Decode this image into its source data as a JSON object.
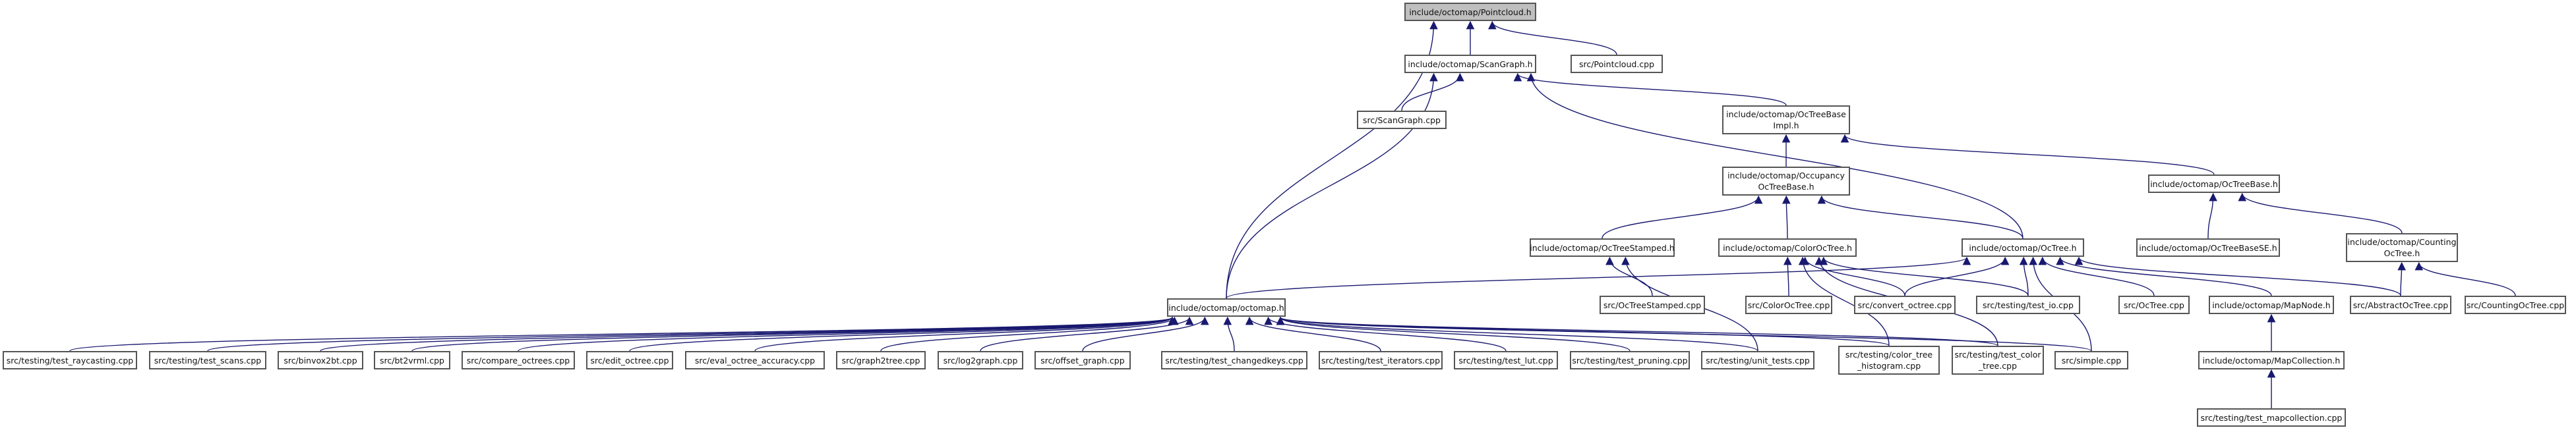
{
  "graph": {
    "nodes": [
      {
        "id": "pointcloud_h",
        "label": "include/octomap/Pointcloud.h",
        "highlight": true
      },
      {
        "id": "scangraph_h",
        "label": "include/octomap/ScanGraph.h"
      },
      {
        "id": "pointcloud_cpp",
        "label": "src/Pointcloud.cpp"
      },
      {
        "id": "scangraph_cpp",
        "label": "src/ScanGraph.cpp"
      },
      {
        "id": "octreebaseimpl_h",
        "label": "include/octomap/OcTreeBase\nImpl.h"
      },
      {
        "id": "occupancyocttreebase_h",
        "label": "include/octomap/Occupancy\nOcTreeBase.h"
      },
      {
        "id": "octreebase_h",
        "label": "include/octomap/OcTreeBase.h"
      },
      {
        "id": "octreestamped_h",
        "label": "include/octomap/OcTreeStamped.h"
      },
      {
        "id": "colorocttree_h",
        "label": "include/octomap/ColorOcTree.h"
      },
      {
        "id": "octree_h",
        "label": "include/octomap/OcTree.h"
      },
      {
        "id": "octreebasese_h",
        "label": "include/octomap/OcTreeBaseSE.h"
      },
      {
        "id": "countingocttree_h",
        "label": "include/octomap/Counting\nOcTree.h"
      },
      {
        "id": "octomap_h",
        "label": "include/octomap/octomap.h"
      },
      {
        "id": "octreestamped_cpp",
        "label": "src/OcTreeStamped.cpp"
      },
      {
        "id": "colorocttree_cpp",
        "label": "src/ColorOcTree.cpp"
      },
      {
        "id": "convert_octree_cpp",
        "label": "src/convert_octree.cpp"
      },
      {
        "id": "test_io_cpp",
        "label": "src/testing/test_io.cpp"
      },
      {
        "id": "octree_cpp",
        "label": "src/OcTree.cpp"
      },
      {
        "id": "mapnode_h",
        "label": "include/octomap/MapNode.h"
      },
      {
        "id": "abstractocttree_cpp",
        "label": "src/AbstractOcTree.cpp"
      },
      {
        "id": "countingocttree_cpp",
        "label": "src/CountingOcTree.cpp"
      },
      {
        "id": "test_raycasting_cpp",
        "label": "src/testing/test_raycasting.cpp"
      },
      {
        "id": "test_scans_cpp",
        "label": "src/testing/test_scans.cpp"
      },
      {
        "id": "binvox2bt_cpp",
        "label": "src/binvox2bt.cpp"
      },
      {
        "id": "bt2vrml_cpp",
        "label": "src/bt2vrml.cpp"
      },
      {
        "id": "compare_octrees_cpp",
        "label": "src/compare_octrees.cpp"
      },
      {
        "id": "edit_octree_cpp",
        "label": "src/edit_octree.cpp"
      },
      {
        "id": "eval_octree_accuracy_cpp",
        "label": "src/eval_octree_accuracy.cpp"
      },
      {
        "id": "graph2tree_cpp",
        "label": "src/graph2tree.cpp"
      },
      {
        "id": "log2graph_cpp",
        "label": "src/log2graph.cpp"
      },
      {
        "id": "offset_graph_cpp",
        "label": "src/offset_graph.cpp"
      },
      {
        "id": "test_changedkeys_cpp",
        "label": "src/testing/test_changedkeys.cpp"
      },
      {
        "id": "test_iterators_cpp",
        "label": "src/testing/test_iterators.cpp"
      },
      {
        "id": "test_lut_cpp",
        "label": "src/testing/test_lut.cpp"
      },
      {
        "id": "test_pruning_cpp",
        "label": "src/testing/test_pruning.cpp"
      },
      {
        "id": "unit_tests_cpp",
        "label": "src/testing/unit_tests.cpp"
      },
      {
        "id": "color_tree_histogram_cpp",
        "label": "src/testing/color_tree\n_histogram.cpp"
      },
      {
        "id": "test_color_tree_cpp",
        "label": "src/testing/test_color\n_tree.cpp"
      },
      {
        "id": "simple_cpp",
        "label": "src/simple.cpp"
      },
      {
        "id": "mapcollection_h",
        "label": "include/octomap/MapCollection.h"
      },
      {
        "id": "test_mapcollection_cpp",
        "label": "src/testing/test_mapcollection.cpp"
      }
    ],
    "edges": [
      [
        "scangraph_h",
        "pointcloud_h"
      ],
      [
        "pointcloud_cpp",
        "pointcloud_h"
      ],
      [
        "octomap_h",
        "pointcloud_h"
      ],
      [
        "scangraph_cpp",
        "scangraph_h"
      ],
      [
        "octreebaseimpl_h",
        "scangraph_h"
      ],
      [
        "octree_h",
        "scangraph_h"
      ],
      [
        "octomap_h",
        "scangraph_h"
      ],
      [
        "occupancyocttreebase_h",
        "octreebaseimpl_h"
      ],
      [
        "octreebase_h",
        "octreebaseimpl_h"
      ],
      [
        "octreestamped_h",
        "occupancyocttreebase_h"
      ],
      [
        "colorocttree_h",
        "occupancyocttreebase_h"
      ],
      [
        "octree_h",
        "occupancyocttreebase_h"
      ],
      [
        "octreebasese_h",
        "octreebase_h"
      ],
      [
        "countingocttree_h",
        "octreebase_h"
      ],
      [
        "octreestamped_cpp",
        "octreestamped_h"
      ],
      [
        "unit_tests_cpp",
        "octreestamped_h"
      ],
      [
        "colorocttree_cpp",
        "colorocttree_h"
      ],
      [
        "convert_octree_cpp",
        "colorocttree_h"
      ],
      [
        "test_io_cpp",
        "colorocttree_h"
      ],
      [
        "color_tree_histogram_cpp",
        "colorocttree_h"
      ],
      [
        "test_color_tree_cpp",
        "colorocttree_h"
      ],
      [
        "octomap_h",
        "octree_h"
      ],
      [
        "convert_octree_cpp",
        "octree_h"
      ],
      [
        "test_io_cpp",
        "octree_h"
      ],
      [
        "octree_cpp",
        "octree_h"
      ],
      [
        "mapnode_h",
        "octree_h"
      ],
      [
        "abstractocttree_cpp",
        "octree_h"
      ],
      [
        "simple_cpp",
        "octree_h"
      ],
      [
        "countingocttree_cpp",
        "countingocttree_h"
      ],
      [
        "abstractocttree_cpp",
        "countingocttree_h"
      ],
      [
        "mapcollection_h",
        "mapnode_h"
      ],
      [
        "test_mapcollection_cpp",
        "mapcollection_h"
      ],
      [
        "test_raycasting_cpp",
        "octomap_h"
      ],
      [
        "test_scans_cpp",
        "octomap_h"
      ],
      [
        "binvox2bt_cpp",
        "octomap_h"
      ],
      [
        "bt2vrml_cpp",
        "octomap_h"
      ],
      [
        "compare_octrees_cpp",
        "octomap_h"
      ],
      [
        "edit_octree_cpp",
        "octomap_h"
      ],
      [
        "eval_octree_accuracy_cpp",
        "octomap_h"
      ],
      [
        "graph2tree_cpp",
        "octomap_h"
      ],
      [
        "log2graph_cpp",
        "octomap_h"
      ],
      [
        "offset_graph_cpp",
        "octomap_h"
      ],
      [
        "test_changedkeys_cpp",
        "octomap_h"
      ],
      [
        "test_iterators_cpp",
        "octomap_h"
      ],
      [
        "test_lut_cpp",
        "octomap_h"
      ],
      [
        "test_pruning_cpp",
        "octomap_h"
      ],
      [
        "unit_tests_cpp",
        "octomap_h"
      ],
      [
        "color_tree_histogram_cpp",
        "octomap_h"
      ],
      [
        "test_color_tree_cpp",
        "octomap_h"
      ],
      [
        "simple_cpp",
        "octomap_h"
      ]
    ]
  },
  "colors": {
    "edge": "#191970",
    "node_border": "#555555",
    "root_fill": "#bfbfbf"
  }
}
